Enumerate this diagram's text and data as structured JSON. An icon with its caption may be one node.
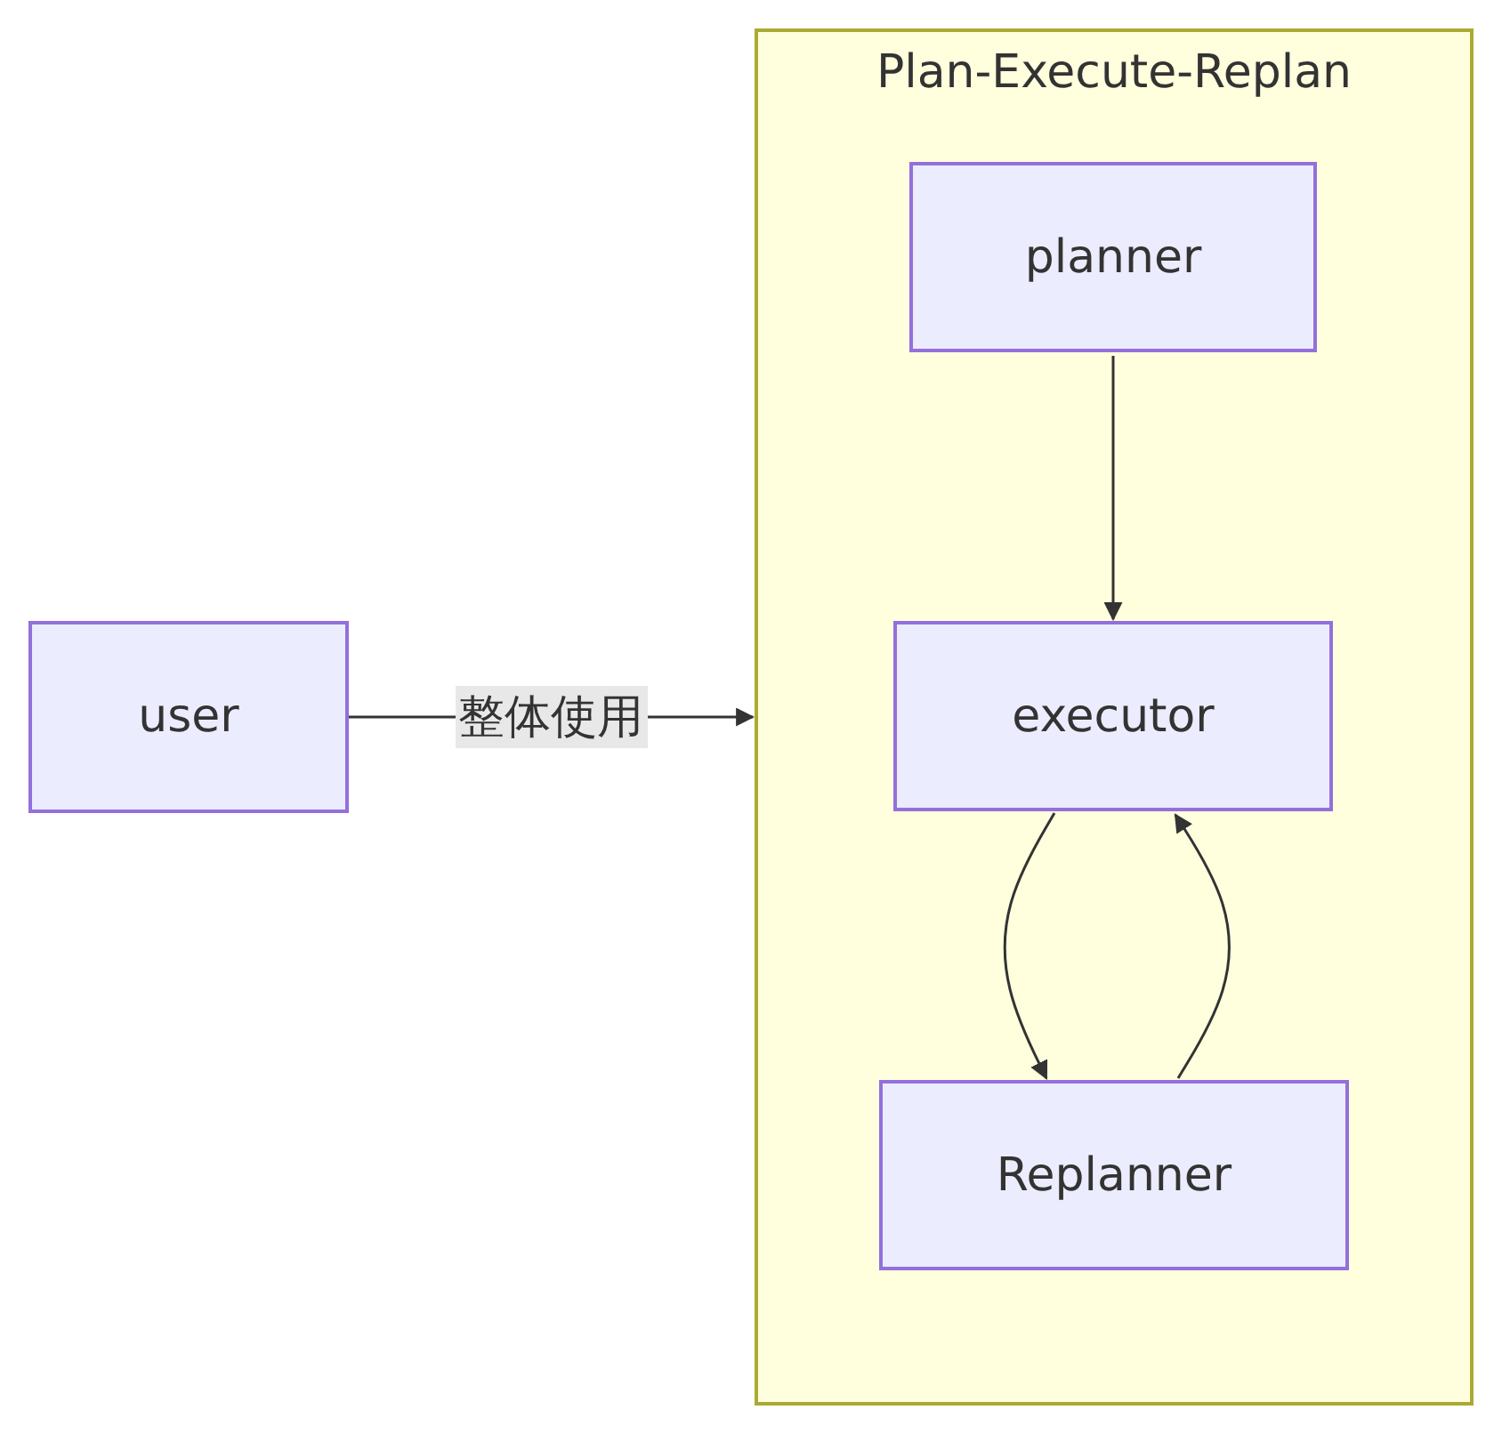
{
  "diagram": {
    "nodes": [
      {
        "text": [
          "user"
        ]
      },
      {
        "text": [
          "Plan-Execute-Replan"
        ]
      },
      {
        "text": [
          "planner"
        ],
        "in": 1
      },
      {
        "text": [
          "executor"
        ],
        "in": 1
      },
      {
        "text": [
          "Replanner"
        ],
        "in": 1
      }
    ],
    "edges": [
      {
        "from": 0,
        "to": 1,
        "arrow": "to",
        "label": "整体使用"
      },
      {
        "from": 2,
        "to": 3,
        "arrow": "to"
      },
      {
        "from": 3,
        "to": 4,
        "arrow": "to"
      },
      {
        "from": 4,
        "to": 3,
        "arrow": "to"
      }
    ]
  }
}
